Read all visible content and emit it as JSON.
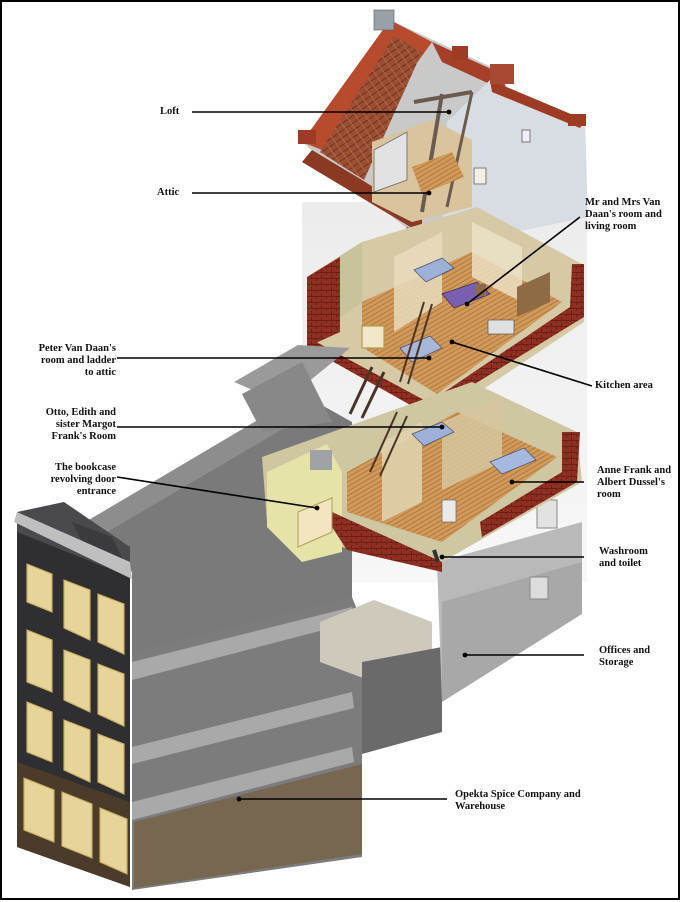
{
  "labels": {
    "loft": "Loft",
    "attic": "Attic",
    "van_daan_room": "Mr and Mrs Van\nDaan's  room and\nliving room",
    "peter_room": "Peter Van Daan's\nroom and ladder\nto attic",
    "kitchen": "Kitchen area",
    "otto_room": "Otto, Edith and\nsister Margot\nFrank's Room",
    "bookcase": "The bookcase\nrevolving door\nentrance",
    "anne_room": "Anne Frank and\nAlbert Dussel's\nroom",
    "washroom": "Washroom\nand toilet",
    "offices": "Offices and\nStorage",
    "warehouse": "Opekta Spice Company and\nWarehouse"
  }
}
